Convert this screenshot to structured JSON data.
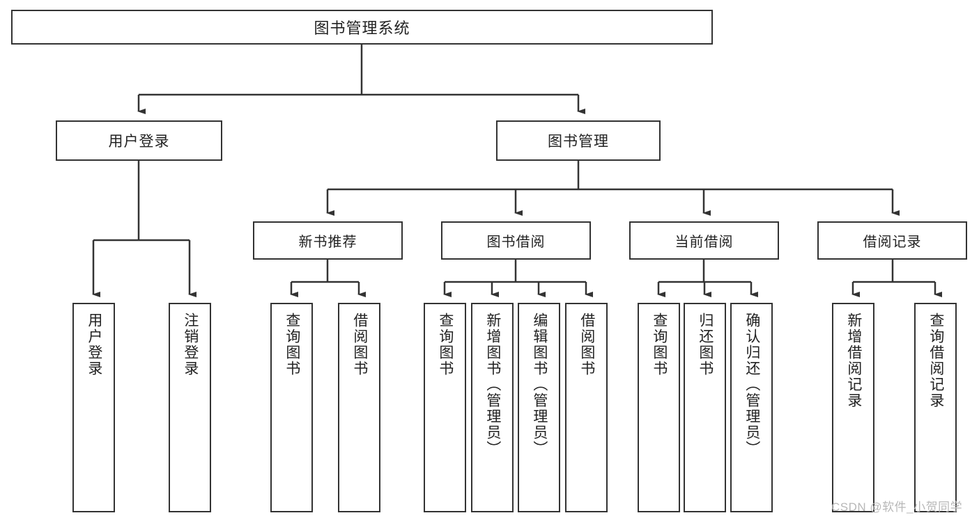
{
  "diagram": {
    "type": "tree-hierarchy",
    "title": "图书管理系统",
    "root": {
      "label": "图书管理系统"
    },
    "level2": [
      {
        "id": "user-login",
        "label": "用户登录"
      },
      {
        "id": "book-management",
        "label": "图书管理"
      }
    ],
    "level3": [
      {
        "id": "new-book-recommend",
        "label": "新书推荐",
        "parent": "book-management"
      },
      {
        "id": "book-borrow",
        "label": "图书借阅",
        "parent": "book-management"
      },
      {
        "id": "current-borrow",
        "label": "当前借阅",
        "parent": "book-management"
      },
      {
        "id": "borrow-record",
        "label": "借阅记录",
        "parent": "book-management"
      }
    ],
    "leaves": {
      "user-login": [
        {
          "id": "leaf-user-login",
          "label": "用户登录"
        },
        {
          "id": "leaf-logout-login",
          "label": "注销登录"
        }
      ],
      "new-book-recommend": [
        {
          "id": "leaf-query-book-1",
          "label": "查询图书"
        },
        {
          "id": "leaf-borrow-book-1",
          "label": "借阅图书"
        }
      ],
      "book-borrow": [
        {
          "id": "leaf-query-book-2",
          "label": "查询图书"
        },
        {
          "id": "leaf-add-book",
          "label": "新增图书（管理员）"
        },
        {
          "id": "leaf-edit-book",
          "label": "编辑图书（管理员）"
        },
        {
          "id": "leaf-borrow-book-2",
          "label": "借阅图书"
        }
      ],
      "current-borrow": [
        {
          "id": "leaf-query-book-3",
          "label": "查询图书"
        },
        {
          "id": "leaf-return-book",
          "label": "归还图书"
        },
        {
          "id": "leaf-confirm-return",
          "label": "确认归还（管理员）"
        }
      ],
      "borrow-record": [
        {
          "id": "leaf-add-borrow-record",
          "label": "新增借阅记录"
        },
        {
          "id": "leaf-query-borrow-record",
          "label": "查询借阅记录"
        }
      ]
    }
  },
  "watermark": {
    "text": "CSDN @软件_小贺同学"
  },
  "colors": {
    "stroke": "#333333",
    "background": "#ffffff",
    "text": "#222222",
    "watermark": "#b8b8b8"
  }
}
